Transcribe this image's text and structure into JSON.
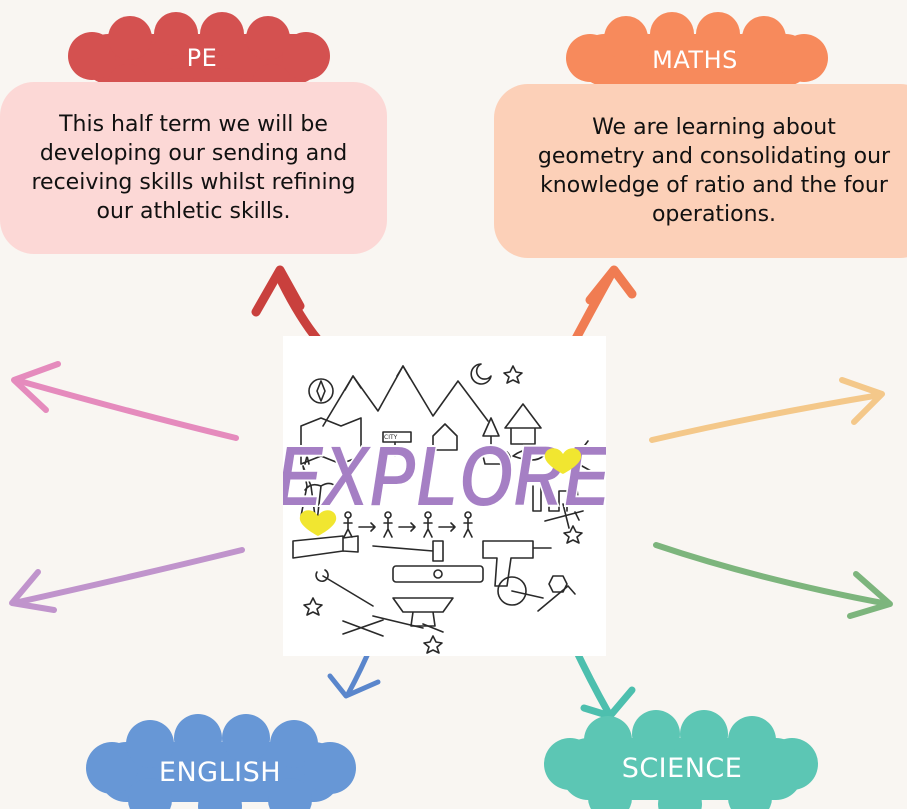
{
  "center": {
    "title": "EXPLORE",
    "extra_word": "CITY",
    "colors": {
      "title": "#a57fc4",
      "heart": "#f1e630",
      "doodle": "#2a2a2a"
    }
  },
  "subjects": {
    "pe": {
      "label": "PE",
      "text": "This half term we will be developing our sending and receiving skills whilst refining our athletic skills.",
      "cloud_color": "#d45150",
      "box_color": "#fcd8d6",
      "arrow_color": "#c9403d"
    },
    "maths": {
      "label": "MATHS",
      "text_lines": [
        "We are learning about",
        "geometry and consolidating our",
        "knowledge of ratio and the four",
        "operations."
      ],
      "cloud_color": "#f78a5c",
      "box_color": "#fcd0b8",
      "arrow_color": "#f07c52"
    },
    "english": {
      "label": "ENGLISH",
      "cloud_color": "#6797d6",
      "arrow_color": "#5a86cc"
    },
    "science": {
      "label": "SCIENCE",
      "cloud_color": "#5cc6b4",
      "arrow_color": "#4dbfae"
    }
  },
  "arrows": {
    "upper_left_color": "#e58bbd",
    "lower_left_color": "#c094cc",
    "upper_right_color": "#f4c88a",
    "lower_right_color": "#7db57d"
  }
}
